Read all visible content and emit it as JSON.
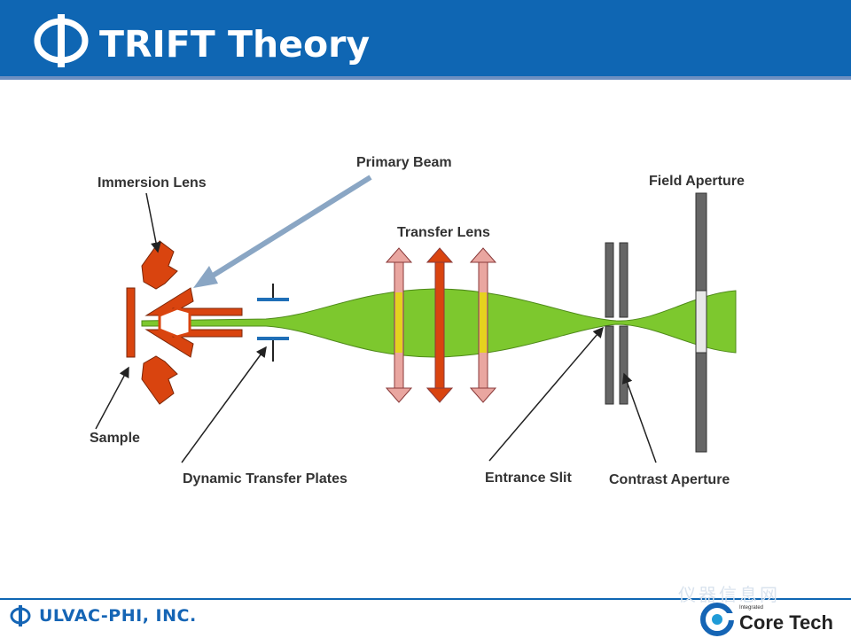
{
  "header": {
    "title": "TRIFT Theory"
  },
  "diagram": {
    "labels": {
      "primary_beam": "Primary Beam",
      "immersion_lens": "Immersion Lens",
      "field_aperture": "Field Aperture",
      "transfer_lens": "Transfer Lens",
      "sample": "Sample",
      "dynamic_transfer_plates": "Dynamic Transfer Plates",
      "entrance_slit": "Entrance Slit",
      "contrast_aperture": "Contrast Aperture"
    },
    "colors": {
      "beam": "#7dc82e",
      "lens_dark": "#d9440f",
      "lens_light": "#e9a6a0",
      "lens_highlight": "#e5d21e",
      "plate": "#1f6fb7",
      "aperture": "#666666",
      "primary_beam_arrow": "#8aa6c4"
    }
  },
  "footer": {
    "company": "ULVAC-PHI, INC.",
    "partner_small": "Integrated",
    "partner": "Core Tech",
    "watermark": "仪器信息网"
  }
}
